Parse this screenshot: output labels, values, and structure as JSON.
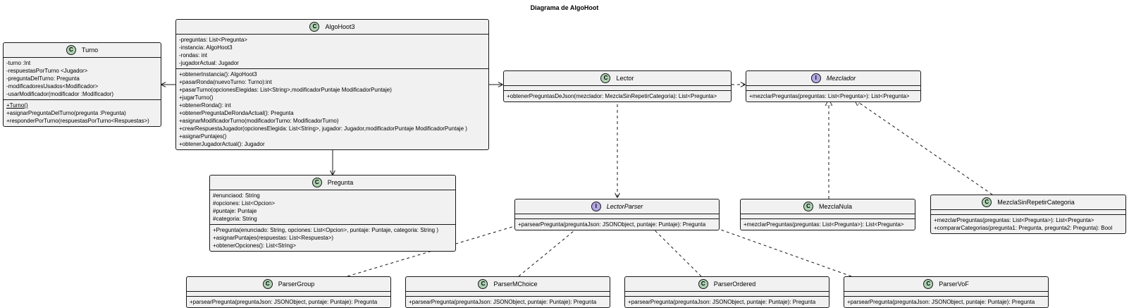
{
  "diagram": {
    "title": "Diagrama de AlgoHoot",
    "classes": {
      "turno": {
        "name": "Turno",
        "kind": "C",
        "attributes": [
          "-turno :Int",
          "-respuestasPorTurno <Jugador>",
          "-preguntaDelTurno: Pregunta",
          "-modificadoresUsados<Modificador>",
          "-usarModificador(modificador :Modificador)"
        ],
        "methods": [
          "+Turno()",
          "+asignarPreguntaDelTurno(pregunta :Pregunta)",
          "+responderPorTurno(respuestasPorTurno<Respuestas>)"
        ]
      },
      "algohoot3": {
        "name": "AlgoHoot3",
        "kind": "C",
        "attributes": [
          "-preguntas: List<Pregunta>",
          "-instancia: AlgoHoot3",
          "-rondas: int",
          "-jugadorActual: Jugador"
        ],
        "methods": [
          "+obtenerInstancia(): AlgoHoot3",
          "+pasarRonda(nuevoTurno: Turno):int",
          "+pasarTurno(opcionesElegidas: List<String>,modificadorPuntaje ModificadorPuntaje)",
          "+jugarTurno()",
          "+obtenerRonda(): int",
          "+obtenerPreguntaDeRondaActual(): Pregunta",
          "+asignarModificadorTurno(modificadorTurno: ModificadorTurno)",
          "+crearRespuestaJugador(opcionesElegida: List<String>, jugador: Jugador,modificadorPuntaje ModificadorPuntaje )",
          "+asignarPuntajes()",
          "+obtenerJugadorActual(): Jugador"
        ]
      },
      "pregunta": {
        "name": "Pregunta",
        "kind": "C",
        "attributes": [
          "#enunciaod: String",
          "#opciones: List<Opcion>",
          "#puntaje: Puntaje",
          "#categoria: String"
        ],
        "methods": [
          "+Pregunta(enunciado: String, opciones: List<Opcion>, puntaje: Puntaje, categoria: String )",
          "+asignarPuntajes(respuestas: List<Respuesta>)",
          "+obtenerOpciones(): List<String>"
        ]
      },
      "lector": {
        "name": "Lector",
        "kind": "C",
        "methods": [
          "+obtenerPreguntasDeJson(mezclador: MezclaSinRepetirCategoria): List<Pregunta>"
        ]
      },
      "mezclador": {
        "name": "Mezclador",
        "kind": "I",
        "methods": [
          "+mezclarPreguntas(preguntas: List<Pregunta>): List<Pregunta>"
        ]
      },
      "lectorparser": {
        "name": "LectorParser",
        "kind": "I",
        "methods": [
          "+parsearPregunta(preguntaJson: JSONObject, puntaje: Puntaje): Pregunta"
        ]
      },
      "mezclanula": {
        "name": "MezclaNula",
        "kind": "C",
        "methods": [
          "+mezclarPreguntas(preguntas: List<Pregunta>): List<Pregunta>"
        ]
      },
      "mezclasinrep": {
        "name": "MezclaSinRepetirCategoria",
        "kind": "C",
        "methods": [
          "+mezclarPreguntas(preguntas: List<Pregunta>): List<Pregunta>",
          "+compararCategorias(pregunta1: Pregunta, pregunta2: Pregunta): Bool"
        ]
      },
      "parsergroup": {
        "name": "ParserGroup",
        "kind": "C",
        "methods": [
          "+parsearPregunta(preguntaJson: JSONObject, puntaje: Puntaje): Pregunta"
        ]
      },
      "parsermchoice": {
        "name": "ParserMChoice",
        "kind": "C",
        "methods": [
          "+parsearPregunta(preguntaJson: JSONObject, puntaje: Puntaje): Pregunta"
        ]
      },
      "parserordered": {
        "name": "ParserOrdered",
        "kind": "C",
        "methods": [
          "+parsearPregunta(preguntaJson: JSONObject, puntaje: Puntaje): Pregunta"
        ]
      },
      "parservof": {
        "name": "ParserVoF",
        "kind": "C",
        "methods": [
          "+parsearPregunta(preguntaJson: JSONObject, puntaje: Puntaje): Pregunta"
        ]
      }
    },
    "colors": {
      "class_fill": "#f1f1f1",
      "class_badge": "#add1b2",
      "interface_badge": "#b4a7e5",
      "line": "#181818"
    }
  }
}
